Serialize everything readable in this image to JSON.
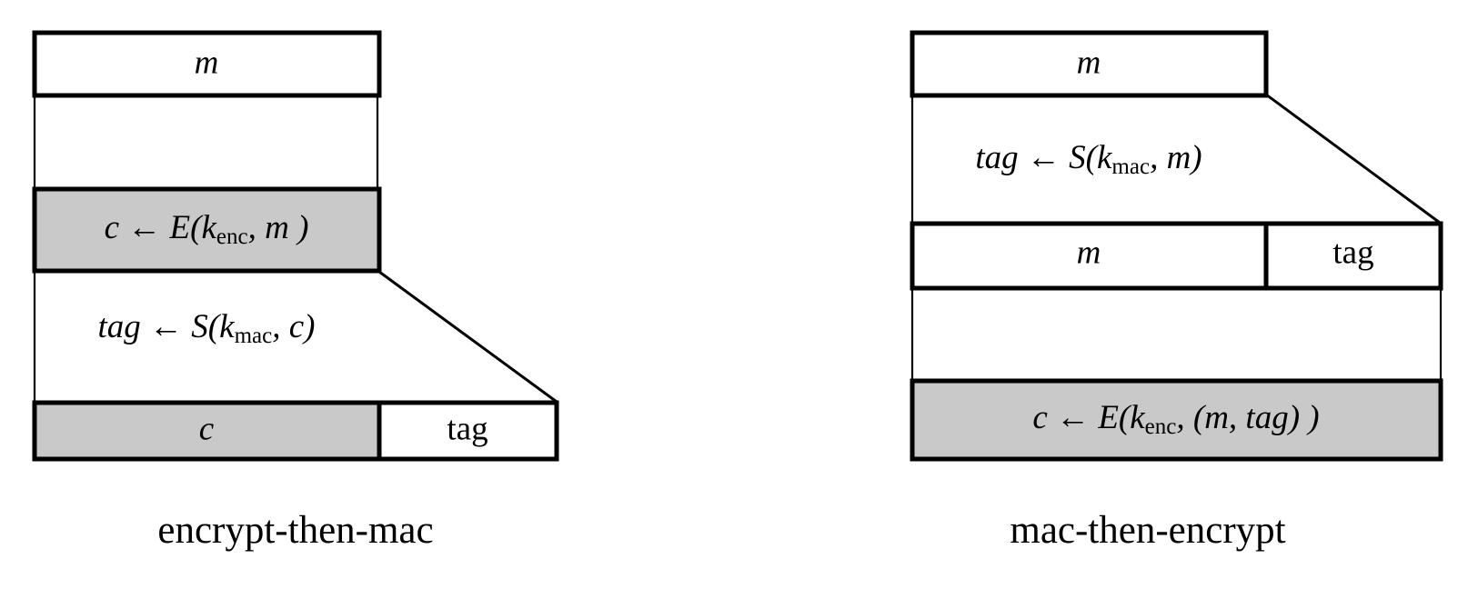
{
  "figure": {
    "title": "",
    "background_color": "#ffffff",
    "ink_color": "#000000",
    "highlight_fill": "#c9c9c9",
    "plain_fill": "#ffffff"
  },
  "diagrams": [
    {
      "id": "encrypt-then-mac",
      "caption": "encrypt-then-mac",
      "blocks": [
        {
          "id": "plaintext",
          "label": "m",
          "style": "italic",
          "fill": "plain"
        },
        {
          "id": "encrypt-step",
          "label": "c ← E(k",
          "sub": "enc",
          "label_tail": ", m )",
          "style": "formula",
          "fill": "highlight"
        },
        {
          "id": "mac-step",
          "label": "tag ← S(k",
          "sub": "mac",
          "label_tail": ", c)",
          "style": "formula",
          "fill": "none"
        },
        {
          "id": "output-ciphertext",
          "label": "c",
          "style": "italic",
          "fill": "highlight"
        },
        {
          "id": "output-tag",
          "label": "tag",
          "style": "plain",
          "fill": "plain"
        }
      ]
    },
    {
      "id": "mac-then-encrypt",
      "caption": "mac-then-encrypt",
      "blocks": [
        {
          "id": "plaintext",
          "label": "m",
          "style": "italic",
          "fill": "plain"
        },
        {
          "id": "mac-step",
          "label": "tag ← S(k",
          "sub": "mac",
          "label_tail": ", m)",
          "style": "formula",
          "fill": "none"
        },
        {
          "id": "middle-message",
          "label": "m",
          "style": "italic",
          "fill": "plain"
        },
        {
          "id": "middle-tag",
          "label": "tag",
          "style": "plain",
          "fill": "plain"
        },
        {
          "id": "encrypt-step",
          "label": "c ← E(k",
          "sub": "enc",
          "label_tail": ",  (m, tag) )",
          "style": "formula",
          "fill": "highlight"
        }
      ]
    }
  ]
}
